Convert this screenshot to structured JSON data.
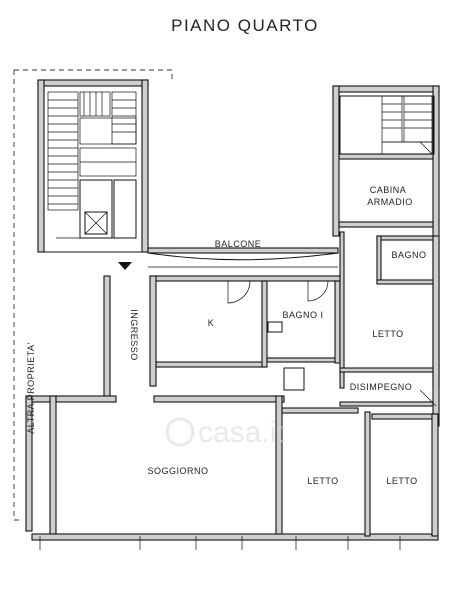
{
  "title": "PIANO QUARTO",
  "rooms": {
    "cabina_line1": "CABINA",
    "cabina_line2": "ARMADIO",
    "balcone": "BALCONE",
    "bagno": "BAGNO",
    "kitchen": "K",
    "bagno_1": "BAGNO I",
    "letto_right": "LETTO",
    "ingresso": "INGRESSO",
    "disimpegno": "DISIMPEGNO",
    "soggiorno": "SOGGIORNO",
    "letto_bottom_1": "LETTO",
    "letto_bottom_2": "LETTO",
    "altra_proprieta": "ALTRA PROPRIETA'"
  },
  "watermark": "casa.it",
  "colors": {
    "wall_fill": "#cfcfcf",
    "line": "#111111"
  }
}
